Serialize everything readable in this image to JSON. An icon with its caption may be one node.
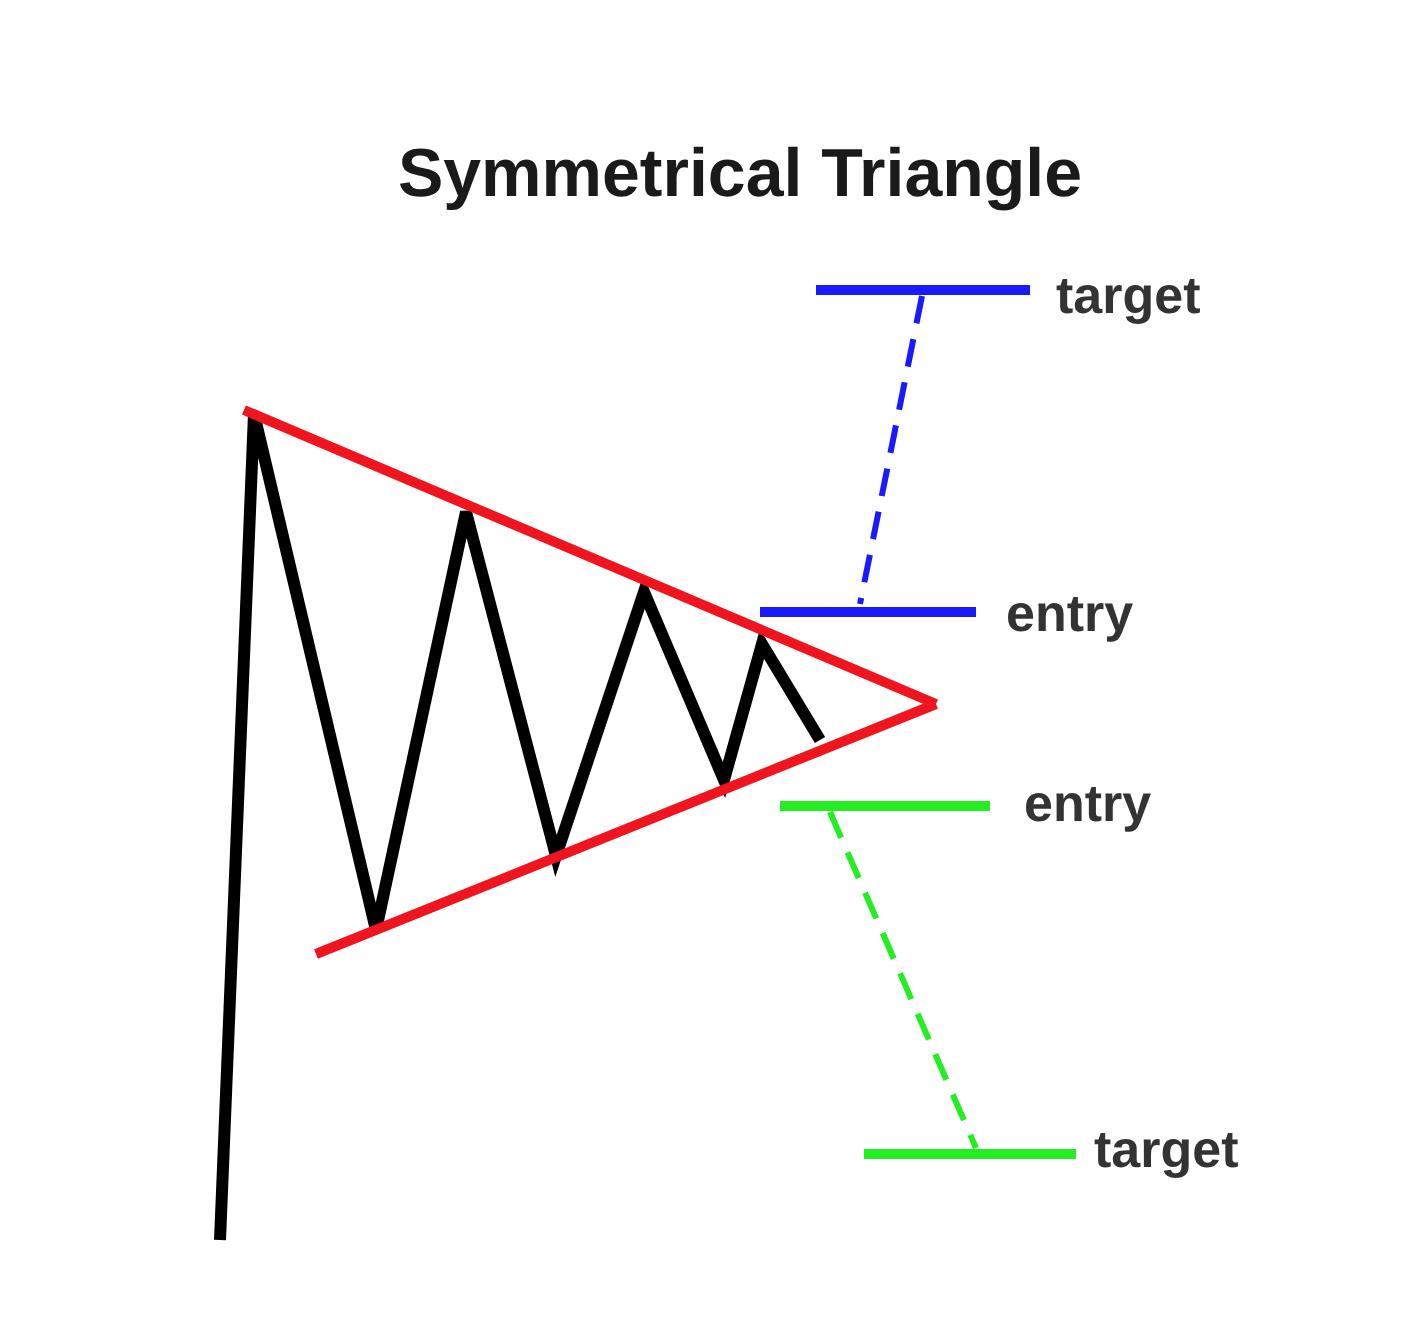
{
  "diagram": {
    "title": "Symmetrical Triangle",
    "labels": [
      "target",
      "entry",
      "entry",
      "target"
    ]
  }
}
